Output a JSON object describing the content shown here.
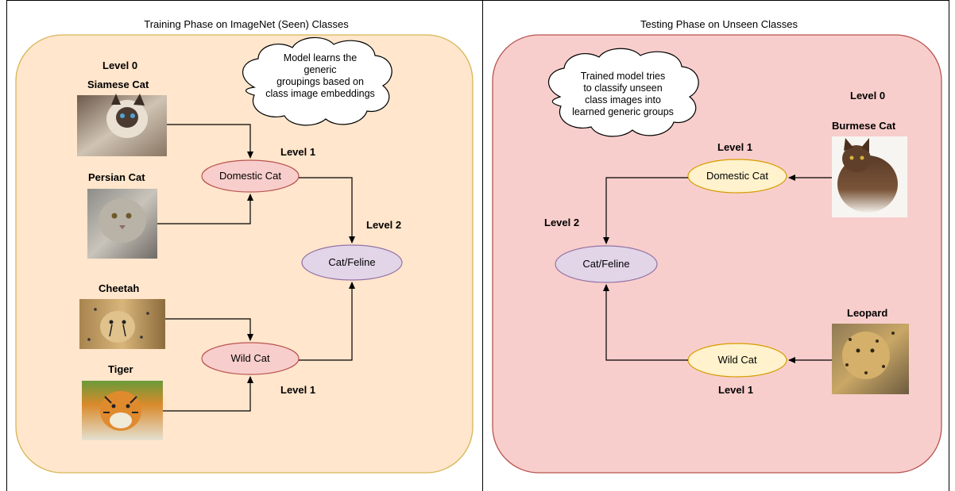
{
  "colors": {
    "training_bg": "#ffe6cc",
    "training_border": "#d6b656",
    "testing_bg": "#f8cecc",
    "testing_border": "#b85450",
    "domestic_node": "#f8cecc",
    "domestic_node_border": "#b85450",
    "feline_node": "#e1d5e7",
    "feline_node_border": "#9673a6",
    "unseen_node": "#fff2cc",
    "unseen_node_border": "#d79b00"
  },
  "training": {
    "title": "Training Phase on ImageNet (Seen) Classes",
    "cloud_text": [
      "Model learns the",
      "generic",
      "groupings based on",
      "class image embeddings"
    ],
    "level0": "Level 0",
    "level1_top": "Level 1",
    "level1_bottom": "Level 1",
    "level2": "Level 2",
    "inputs": [
      {
        "label": "Siamese Cat",
        "icon": "siamese-cat-photo"
      },
      {
        "label": "Persian Cat",
        "icon": "persian-cat-photo"
      },
      {
        "label": "Cheetah",
        "icon": "cheetah-photo"
      },
      {
        "label": "Tiger",
        "icon": "tiger-photo"
      }
    ],
    "nodes": {
      "domestic": "Domestic Cat",
      "wild": "Wild Cat",
      "feline": "Cat/Feline"
    }
  },
  "testing": {
    "title": "Testing Phase on Unseen Classes",
    "cloud_text": [
      "Trained model tries",
      "to classify unseen",
      "class images into",
      "learned generic groups"
    ],
    "level0": "Level 0",
    "level1_top": "Level 1",
    "level1_bottom": "Level 1",
    "level2": "Level 2",
    "inputs": [
      {
        "label": "Burmese Cat",
        "icon": "burmese-cat-photo"
      },
      {
        "label": "Leopard",
        "icon": "leopard-photo"
      }
    ],
    "nodes": {
      "domestic": "Domestic Cat",
      "wild": "Wild Cat",
      "feline": "Cat/Feline"
    }
  }
}
